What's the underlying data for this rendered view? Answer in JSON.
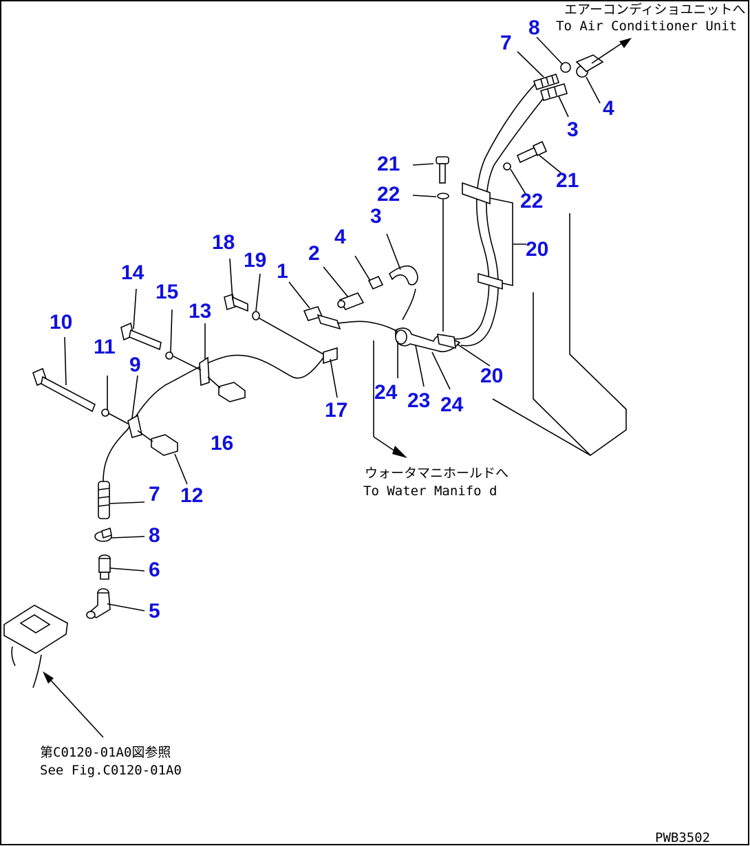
{
  "labels": {
    "air_conditioner_jp": "エアーコンディショユニットへ",
    "air_conditioner_en": "To Air Conditioner Unit",
    "water_manifold_jp": "ウォータマニホールドへ",
    "water_manifold_en": "To Water Manifo d",
    "see_fig_jp": "第C0120-01A0図参照",
    "see_fig_en": "See Fig.C0120-01A0",
    "drawing_code": "PWB3502"
  },
  "callouts": [
    {
      "id": "c-8a",
      "text": "8"
    },
    {
      "id": "c-7a",
      "text": "7"
    },
    {
      "id": "c-4a",
      "text": "4"
    },
    {
      "id": "c-3a",
      "text": "3"
    },
    {
      "id": "c-21a",
      "text": "21"
    },
    {
      "id": "c-21b",
      "text": "21"
    },
    {
      "id": "c-22a",
      "text": "22"
    },
    {
      "id": "c-22b",
      "text": "22"
    },
    {
      "id": "c-3b",
      "text": "3"
    },
    {
      "id": "c-4b",
      "text": "4"
    },
    {
      "id": "c-2",
      "text": "2"
    },
    {
      "id": "c-1",
      "text": "1"
    },
    {
      "id": "c-20a",
      "text": "20"
    },
    {
      "id": "c-18",
      "text": "18"
    },
    {
      "id": "c-19",
      "text": "19"
    },
    {
      "id": "c-14",
      "text": "14"
    },
    {
      "id": "c-15",
      "text": "15"
    },
    {
      "id": "c-13",
      "text": "13"
    },
    {
      "id": "c-10",
      "text": "10"
    },
    {
      "id": "c-11",
      "text": "11"
    },
    {
      "id": "c-9",
      "text": "9"
    },
    {
      "id": "c-20b",
      "text": "20"
    },
    {
      "id": "c-24a",
      "text": "24"
    },
    {
      "id": "c-23",
      "text": "23"
    },
    {
      "id": "c-24b",
      "text": "24"
    },
    {
      "id": "c-17",
      "text": "17"
    },
    {
      "id": "c-16",
      "text": "16"
    },
    {
      "id": "c-12",
      "text": "12"
    },
    {
      "id": "c-7b",
      "text": "7"
    },
    {
      "id": "c-8b",
      "text": "8"
    },
    {
      "id": "c-6",
      "text": "6"
    },
    {
      "id": "c-5",
      "text": "5"
    }
  ]
}
